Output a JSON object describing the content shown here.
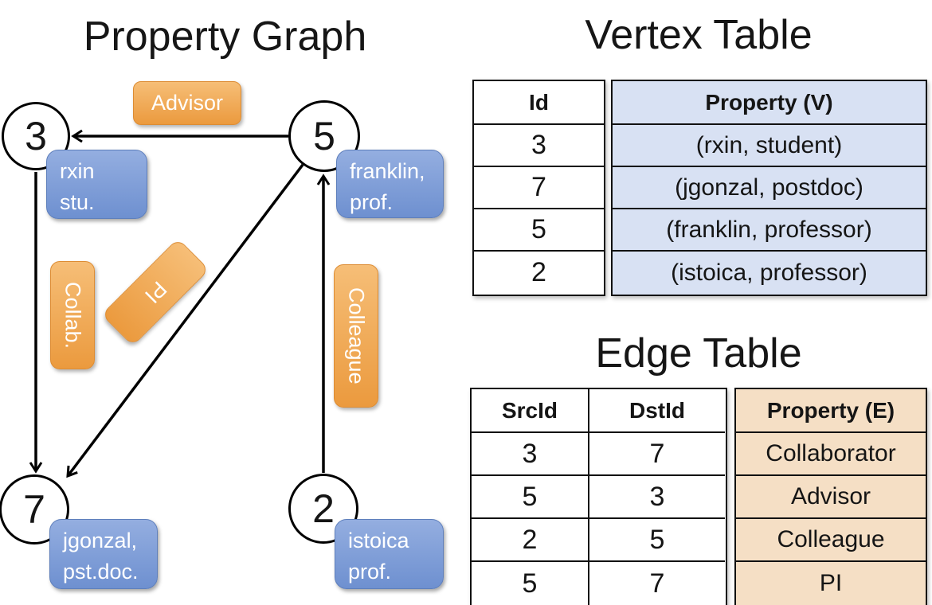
{
  "colors": {
    "orange-top": "#f6be77",
    "orange-bottom": "#eb9a3e",
    "orange-border": "#dd8c33",
    "blue-top": "#94aee0",
    "blue-bottom": "#6e90d0",
    "blue-border": "#5e7fbc",
    "vertex-col-bg": "#d8e1f3",
    "edge-col-bg": "#f5dfc5",
    "edge-line": "#000000"
  },
  "graph": {
    "title": "Property Graph",
    "nodes": [
      {
        "id": "3",
        "property_lines": [
          "rxin",
          "stu."
        ]
      },
      {
        "id": "5",
        "property_lines": [
          "franklin,",
          "prof."
        ]
      },
      {
        "id": "7",
        "property_lines": [
          "jgonzal,",
          "pst.doc."
        ]
      },
      {
        "id": "2",
        "property_lines": [
          "istoica",
          "prof."
        ]
      }
    ],
    "edge_labels": {
      "advisor": "Advisor",
      "collab": "Collab.",
      "pi": "PI",
      "colleague": "Colleague"
    }
  },
  "vertex_table": {
    "title": "Vertex Table",
    "columns": {
      "id": "Id",
      "property": "Property (V)"
    },
    "rows": [
      {
        "id": "3",
        "property": "(rxin, student)"
      },
      {
        "id": "7",
        "property": "(jgonzal, postdoc)"
      },
      {
        "id": "5",
        "property": "(franklin, professor)"
      },
      {
        "id": "2",
        "property": "(istoica, professor)"
      }
    ]
  },
  "edge_table": {
    "title": "Edge Table",
    "columns": {
      "src": "SrcId",
      "dst": "DstId",
      "property": "Property (E)"
    },
    "rows": [
      {
        "src": "3",
        "dst": "7",
        "property": "Collaborator"
      },
      {
        "src": "5",
        "dst": "3",
        "property": "Advisor"
      },
      {
        "src": "2",
        "dst": "5",
        "property": "Colleague"
      },
      {
        "src": "5",
        "dst": "7",
        "property": "PI"
      }
    ]
  }
}
